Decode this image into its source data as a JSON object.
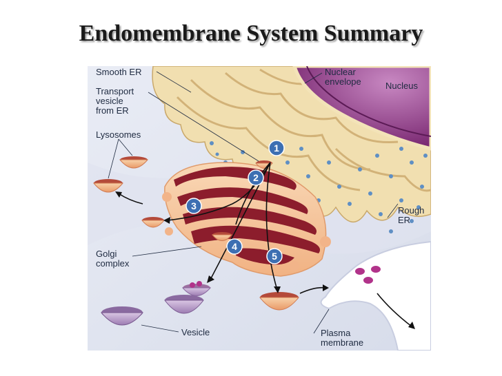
{
  "title": "Endomembrane System Summary",
  "labels": {
    "smooth_er": "Smooth ER",
    "transport_vesicle": "Transport\nvesicle\nfrom ER",
    "lysosomes": "Lysosomes",
    "golgi": "Golgi\ncomplex",
    "vesicle": "Vesicle",
    "plasma_membrane": "Plasma\nmembrane",
    "nuclear_envelope": "Nuclear\nenvelope",
    "nucleus": "Nucleus",
    "rough_er": "Rough\nER"
  },
  "steps": [
    "1",
    "2",
    "3",
    "4",
    "5"
  ],
  "colors": {
    "background": "#e4e7f1",
    "er": "#f1dfb0",
    "nucleus": "#8e3a86",
    "golgi_cisternae": "#8c1d2c",
    "golgi_body": "#f6c9a0",
    "vesicle_outer": "#f2b489",
    "vesicle_purple": "#b79bc8",
    "step_marker": "#3d6fb2",
    "label_text": "#1e2a40"
  }
}
